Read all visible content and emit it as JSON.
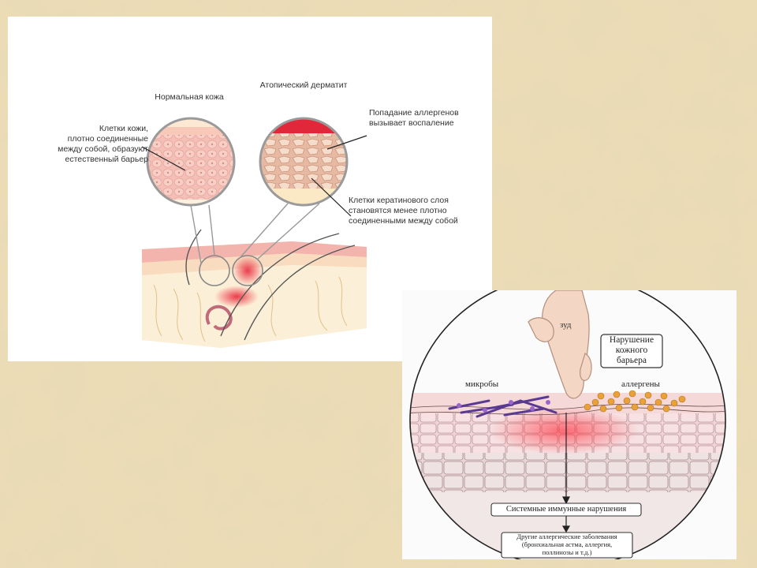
{
  "slide": {
    "background_color": "#ead9b1"
  },
  "top_figure": {
    "title_normal": "Нормальная кожа",
    "title_atopic": "Атопический дерматит",
    "left_note": [
      "Клетки кожи,",
      "плотно соединенные",
      "между собой, образуют",
      "естественный барьер"
    ],
    "right_note_top": [
      "Попадание аллергенов",
      "вызывает воспаление"
    ],
    "right_note_bottom": [
      "Клетки кератинового слоя",
      "становятся менее плотно",
      "соединенными между собой"
    ]
  },
  "bottom_figure": {
    "label_itch": "зуд",
    "label_barrier": [
      "Нарушение",
      "кожного",
      "барьера"
    ],
    "label_microbes": "микробы",
    "label_allergens": "аллергены",
    "box_systemic": "Системные иммунные нарушения",
    "box_other": [
      "Другие аллергические заболевания",
      "(бронхиальная астма, аллергия,",
      "поллинозы и т.д.)"
    ]
  }
}
